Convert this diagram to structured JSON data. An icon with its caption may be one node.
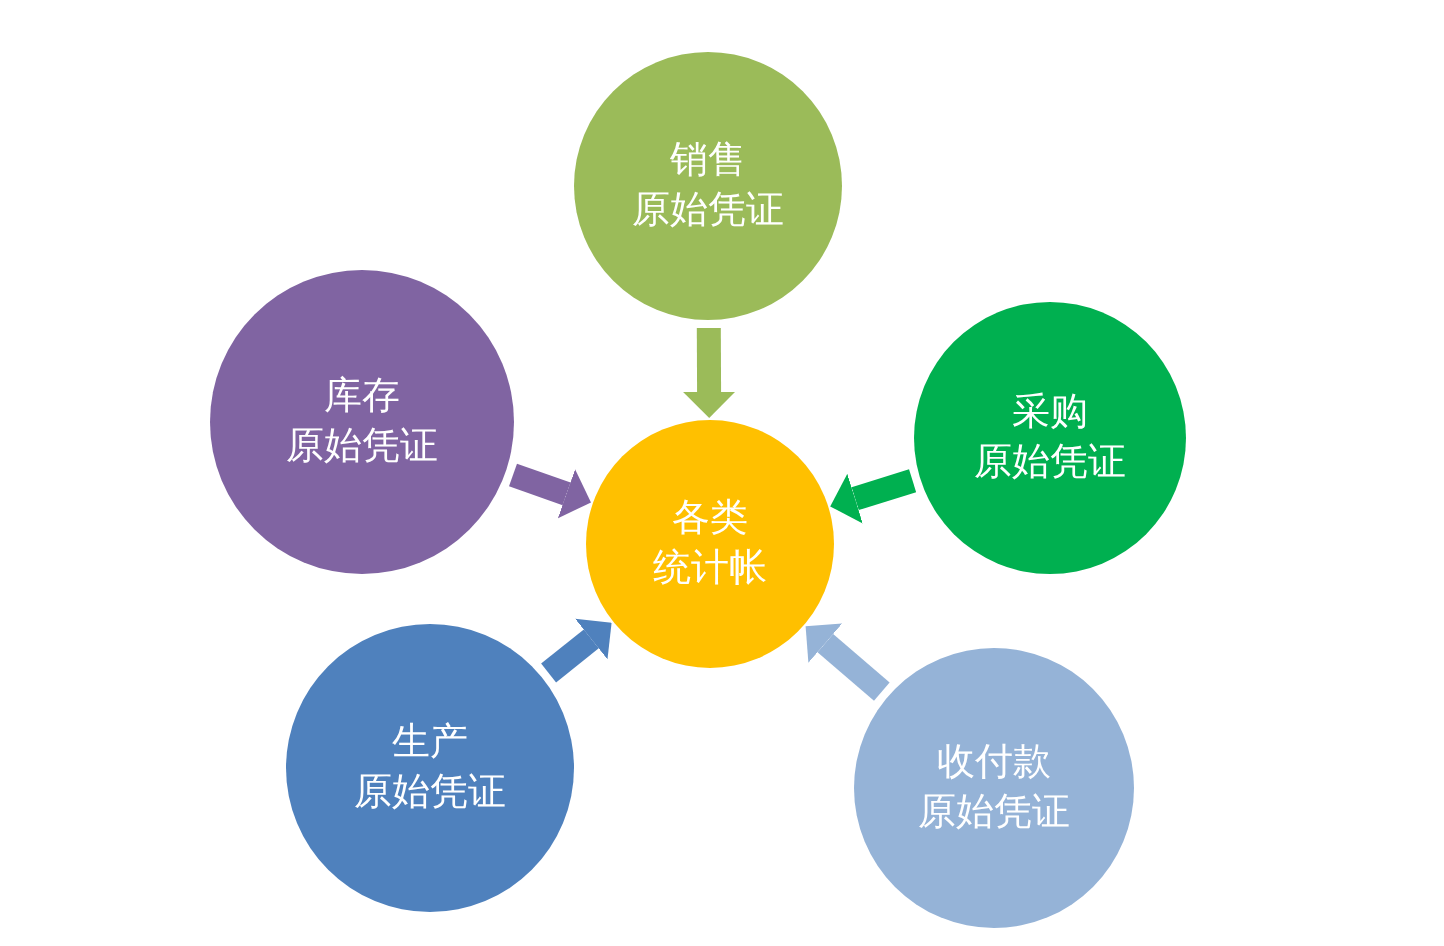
{
  "diagram": {
    "nodes": [
      {
        "text": [
          "销售",
          "原始凭证"
        ]
      },
      {
        "text": [
          "库存",
          "原始凭证"
        ]
      },
      {
        "text": [
          "采购",
          "原始凭证"
        ]
      },
      {
        "text": [
          "各类",
          "统计帐"
        ]
      },
      {
        "text": [
          "生产",
          "原始凭证"
        ]
      },
      {
        "text": [
          "收付款",
          "原始凭证"
        ]
      }
    ],
    "edges": [
      {
        "from": 0,
        "to": 3,
        "arrow": "to",
        "color": "#9bbb59"
      },
      {
        "from": 1,
        "to": 3,
        "arrow": "to",
        "color": "#8064a2"
      },
      {
        "from": 2,
        "to": 3,
        "arrow": "to",
        "color": "#00b050"
      },
      {
        "from": 4,
        "to": 3,
        "arrow": "to",
        "color": "#4f81bd"
      },
      {
        "from": 5,
        "to": 3,
        "arrow": "to",
        "color": "#95b3d7"
      }
    ]
  }
}
